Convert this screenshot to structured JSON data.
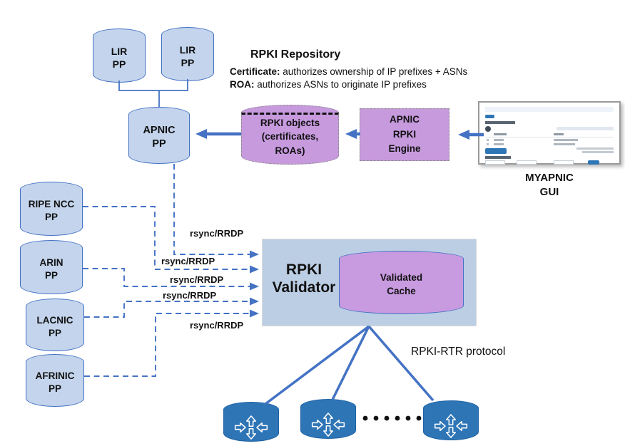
{
  "header": {
    "title": "RPKI Repository",
    "lines": [
      {
        "bold": "Certificate:",
        "rest": " authorizes ownership of IP prefixes + ASNs"
      },
      {
        "bold": "ROA:",
        "rest": " authorizes ASNs to originate IP prefixes"
      }
    ]
  },
  "nodes": {
    "lir_pp_left": "LIR\nPP",
    "lir_pp_right": "LIR\nPP",
    "apnic_pp": "APNIC\nPP",
    "ripe_ncc_pp": "RIPE NCC\nPP",
    "arin_pp": "ARIN\nPP",
    "lacnic_pp": "LACNIC\nPP",
    "afrinic_pp": "AFRINIC\nPP",
    "rpki_objects": "RPKI objects\n(certificates,\nROAs)",
    "apnic_rpki_engine": "APNIC\nRPKI\nEngine",
    "rpki_validator": "RPKI\nValidator",
    "validated_cache": "Validated\nCache",
    "myapnic_gui": "MYAPNIC\nGUI"
  },
  "edges": {
    "rsync": [
      "rsync/RRDP",
      "rsync/RRDP",
      "rsync/RRDP",
      "rsync/RRDP",
      "rsync/RRDP"
    ],
    "rtr": "RPKI-RTR protocol"
  },
  "colors": {
    "accent_blue": "#4472C4",
    "node_blue_fill": "#C3D4EC",
    "purple_fill": "#C79ADE",
    "validator_fill": "#BCCEE4",
    "router_blue": "#2E75B6"
  }
}
